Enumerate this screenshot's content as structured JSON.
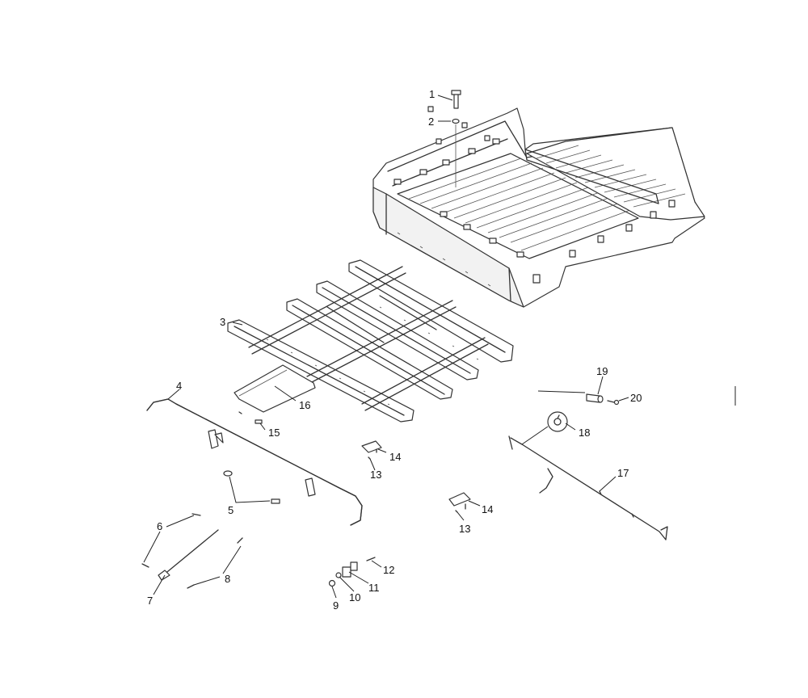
{
  "callouts": [
    {
      "id": "c1",
      "label": "1"
    },
    {
      "id": "c2",
      "label": "2"
    },
    {
      "id": "c3",
      "label": "3"
    },
    {
      "id": "c4",
      "label": "4"
    },
    {
      "id": "c5",
      "label": "5"
    },
    {
      "id": "c6",
      "label": "6"
    },
    {
      "id": "c7",
      "label": "7"
    },
    {
      "id": "c8",
      "label": "8"
    },
    {
      "id": "c9",
      "label": "9"
    },
    {
      "id": "c10",
      "label": "10"
    },
    {
      "id": "c11",
      "label": "11"
    },
    {
      "id": "c12",
      "label": "12"
    },
    {
      "id": "c13a",
      "label": "13"
    },
    {
      "id": "c13b",
      "label": "13"
    },
    {
      "id": "c14a",
      "label": "14"
    },
    {
      "id": "c14b",
      "label": "14"
    },
    {
      "id": "c15",
      "label": "15"
    },
    {
      "id": "c16",
      "label": "16"
    },
    {
      "id": "c17",
      "label": "17"
    },
    {
      "id": "c18",
      "label": "18"
    },
    {
      "id": "c19",
      "label": "19"
    },
    {
      "id": "c20",
      "label": "20"
    }
  ]
}
